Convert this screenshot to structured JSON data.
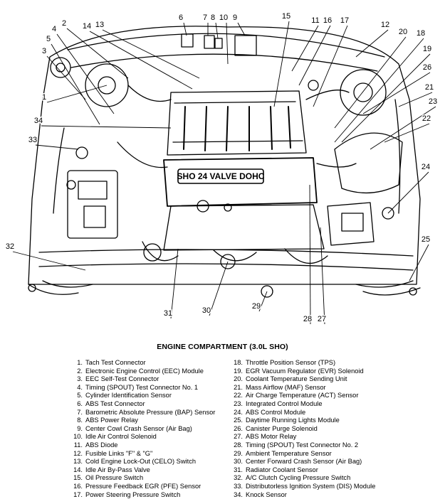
{
  "diagram": {
    "callouts": [
      "1",
      "2",
      "3",
      "4",
      "5",
      "6",
      "7",
      "8",
      "9",
      "10",
      "11",
      "12",
      "13",
      "14",
      "15",
      "16",
      "17",
      "18",
      "19",
      "20",
      "21",
      "22",
      "23",
      "24",
      "25",
      "26",
      "27",
      "28",
      "29",
      "30",
      "31",
      "32",
      "33",
      "34"
    ],
    "engine_plate": "SHO 24 VALVE DOHC"
  },
  "caption": "ENGINE COMPARTMENT (3.0L SHO)",
  "legend_left": [
    {
      "num": "1.",
      "text": "Tach Test Connector"
    },
    {
      "num": "2.",
      "text": "Electronic Engine Control (EEC) Module"
    },
    {
      "num": "3.",
      "text": "EEC Self-Test Connector"
    },
    {
      "num": "4.",
      "text": "Timing (SPOUT) Test Connector No. 1"
    },
    {
      "num": "5.",
      "text": "Cylinder Identification Sensor"
    },
    {
      "num": "6.",
      "text": "ABS Test Connector"
    },
    {
      "num": "7.",
      "text": "Barometric Absolute Pressure (BAP) Sensor"
    },
    {
      "num": "8.",
      "text": "ABS Power Relay"
    },
    {
      "num": "9.",
      "text": "Center Cowl Crash Sensor (Air Bag)"
    },
    {
      "num": "10.",
      "text": "Idle Air Control Solenoid"
    },
    {
      "num": "11.",
      "text": "ABS Diode"
    },
    {
      "num": "12.",
      "text": "Fusible Links \"F\" & \"G\""
    },
    {
      "num": "13.",
      "text": "Cold Engine Lock-Out (CELO) Switch"
    },
    {
      "num": "14.",
      "text": "Idle Air By-Pass Valve"
    },
    {
      "num": "15.",
      "text": "Oil Pressure Switch"
    },
    {
      "num": "16.",
      "text": "Pressure Feedback EGR (PFE) Sensor"
    },
    {
      "num": "17.",
      "text": "Power Steering Pressure Switch"
    }
  ],
  "legend_right": [
    {
      "num": "18.",
      "text": "Throttle Position Sensor (TPS)"
    },
    {
      "num": "19.",
      "text": "EGR Vacuum Regulator (EVR) Solenoid"
    },
    {
      "num": "20.",
      "text": "Coolant Temperature Sending Unit"
    },
    {
      "num": "21.",
      "text": "Mass Airflow (MAF) Sensor"
    },
    {
      "num": "22.",
      "text": "Air Charge Temperature (ACT) Sensor"
    },
    {
      "num": "23.",
      "text": "Integrated Control Module"
    },
    {
      "num": "24.",
      "text": "ABS Control Module"
    },
    {
      "num": "25.",
      "text": "Daytime Running Lights Module"
    },
    {
      "num": "26.",
      "text": "Canister Purge Solenoid"
    },
    {
      "num": "27.",
      "text": "ABS Motor Relay"
    },
    {
      "num": "28.",
      "text": "Timing (SPOUT) Test Connector No. 2"
    },
    {
      "num": "29.",
      "text": "Ambient Temperature Sensor"
    },
    {
      "num": "30.",
      "text": "Center Forward Crash Sensor (Air Bag)"
    },
    {
      "num": "31.",
      "text": "Radiator Coolant Sensor"
    },
    {
      "num": "32.",
      "text": "A/C Clutch Cycling Pressure Switch"
    },
    {
      "num": "33.",
      "text": "Distributorless Ignition System (DIS) Module"
    },
    {
      "num": "34.",
      "text": "Knock Sensor"
    }
  ]
}
